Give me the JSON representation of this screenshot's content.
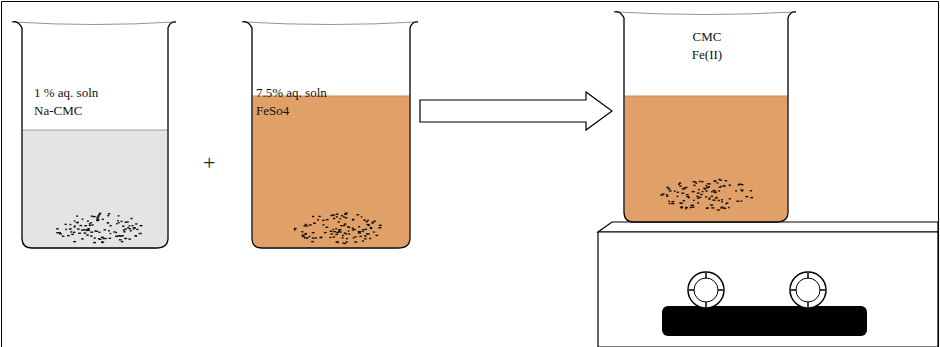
{
  "diagram": {
    "nodes": [
      {
        "text": [
          "1 % aq. soln Na-CMC"
        ]
      },
      {
        "text": [
          "7.5% aq. soln FeSo4"
        ]
      },
      {
        "text": [
          "CMC Fe(II)"
        ]
      }
    ],
    "edges": [
      {
        "from": 1,
        "to": 2,
        "arrow": "to"
      }
    ],
    "labels": [
      "+"
    ]
  }
}
